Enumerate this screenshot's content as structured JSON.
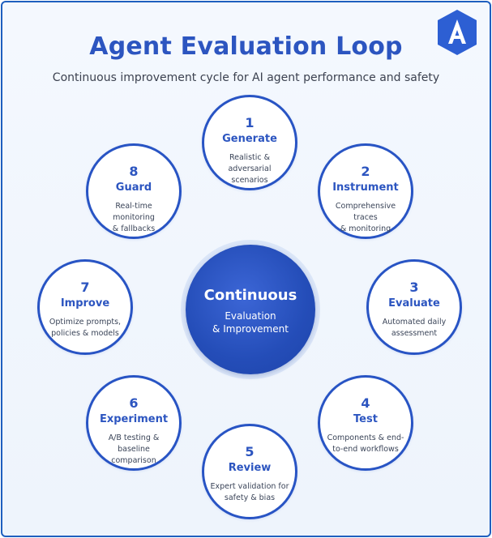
{
  "header": {
    "title": "Agent Evaluation Loop",
    "subtitle": "Continuous improvement cycle for AI agent performance and safety"
  },
  "logo": {
    "icon": "a-logo-icon",
    "color": "#2d5fd3"
  },
  "center": {
    "title": "Continuous",
    "line1": "Evaluation",
    "line2": "& Improvement"
  },
  "steps": [
    {
      "number": "1",
      "name": "Generate",
      "desc1": "Realistic & adversarial",
      "desc2": "scenarios"
    },
    {
      "number": "2",
      "name": "Instrument",
      "desc1": "Comprehensive traces",
      "desc2": "& monitoring"
    },
    {
      "number": "3",
      "name": "Evaluate",
      "desc1": "Automated daily",
      "desc2": "assessment"
    },
    {
      "number": "4",
      "name": "Test",
      "desc1": "Components & end-",
      "desc2": "to-end workflows"
    },
    {
      "number": "5",
      "name": "Review",
      "desc1": "Expert validation for",
      "desc2": "safety & bias"
    },
    {
      "number": "6",
      "name": "Experiment",
      "desc1": "A/B testing & baseline",
      "desc2": "comparison"
    },
    {
      "number": "7",
      "name": "Improve",
      "desc1": "Optimize prompts,",
      "desc2": "policies & models"
    },
    {
      "number": "8",
      "name": "Guard",
      "desc1": "Real-time monitoring",
      "desc2": "& fallbacks"
    }
  ],
  "colors": {
    "accent": "#2c55c0",
    "border": "#1f5fbf",
    "center": "#244db8"
  }
}
